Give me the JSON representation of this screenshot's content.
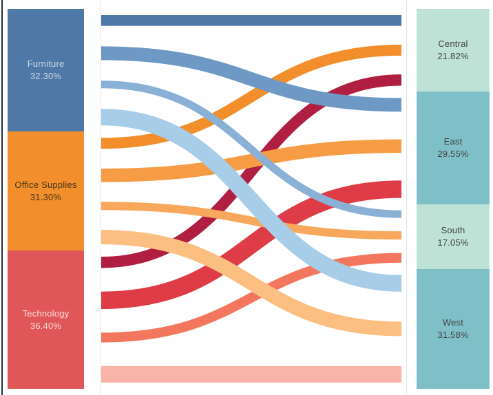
{
  "chart_data": {
    "type": "sankey",
    "title": "",
    "description": "Sankey diagram of share of sales flowing from product category to region, values shown as percent of total",
    "legend": "none",
    "left_nodes": [
      {
        "id": "furniture",
        "label": "Furniture",
        "pct": 32.3,
        "pct_label": "32.30%",
        "color": "#4e79a7",
        "text_color": "#cdd8e3"
      },
      {
        "id": "office-supplies",
        "label": "Office Supplies",
        "pct": 31.3,
        "pct_label": "31.30%",
        "color": "#f28e2b",
        "text_color": "#46351b"
      },
      {
        "id": "technology",
        "label": "Technology",
        "pct": 36.4,
        "pct_label": "36.40%",
        "color": "#e15759",
        "text_color": "#f7dcdc"
      }
    ],
    "right_nodes": [
      {
        "id": "central",
        "label": "Central",
        "pct": 21.82,
        "pct_label": "21.82%",
        "color": "#bfe2d7",
        "text_color": "#414141"
      },
      {
        "id": "east",
        "label": "East",
        "pct": 29.55,
        "pct_label": "29.55%",
        "color": "#7fc0c8",
        "text_color": "#414141"
      },
      {
        "id": "south",
        "label": "South",
        "pct": 17.05,
        "pct_label": "17.05%",
        "color": "#bfe2d7",
        "text_color": "#414141"
      },
      {
        "id": "west",
        "label": "West",
        "pct": 31.58,
        "pct_label": "31.58%",
        "color": "#7fc0c8",
        "text_color": "#414141"
      }
    ],
    "links": [
      {
        "source": "furniture",
        "target": "central",
        "pct": 7.13,
        "color": "#4e79a7"
      },
      {
        "source": "furniture",
        "target": "east",
        "pct": 9.07,
        "color": "#6d99c4"
      },
      {
        "source": "furniture",
        "target": "south",
        "pct": 5.11,
        "color": "#8ab1d5"
      },
      {
        "source": "furniture",
        "target": "west",
        "pct": 11.0,
        "color": "#a7cde9"
      },
      {
        "source": "office-supplies",
        "target": "central",
        "pct": 7.27,
        "color": "#f28e2b"
      },
      {
        "source": "office-supplies",
        "target": "east",
        "pct": 8.95,
        "color": "#f69c44"
      },
      {
        "source": "office-supplies",
        "target": "south",
        "pct": 5.47,
        "color": "#f8a85c"
      },
      {
        "source": "office-supplies",
        "target": "west",
        "pct": 9.61,
        "color": "#fcbf82"
      },
      {
        "source": "technology",
        "target": "central",
        "pct": 7.42,
        "color": "#b01e41"
      },
      {
        "source": "technology",
        "target": "east",
        "pct": 11.53,
        "color": "#de3d47"
      },
      {
        "source": "technology",
        "target": "south",
        "pct": 6.48,
        "color": "#f3765e"
      },
      {
        "source": "technology",
        "target": "west",
        "pct": 10.97,
        "color": "#f8b4a8"
      }
    ]
  },
  "colors": {
    "background": "#ffffff",
    "panel_divider": "#e4e4e4",
    "left_edge_border": "#1e2d3d"
  }
}
